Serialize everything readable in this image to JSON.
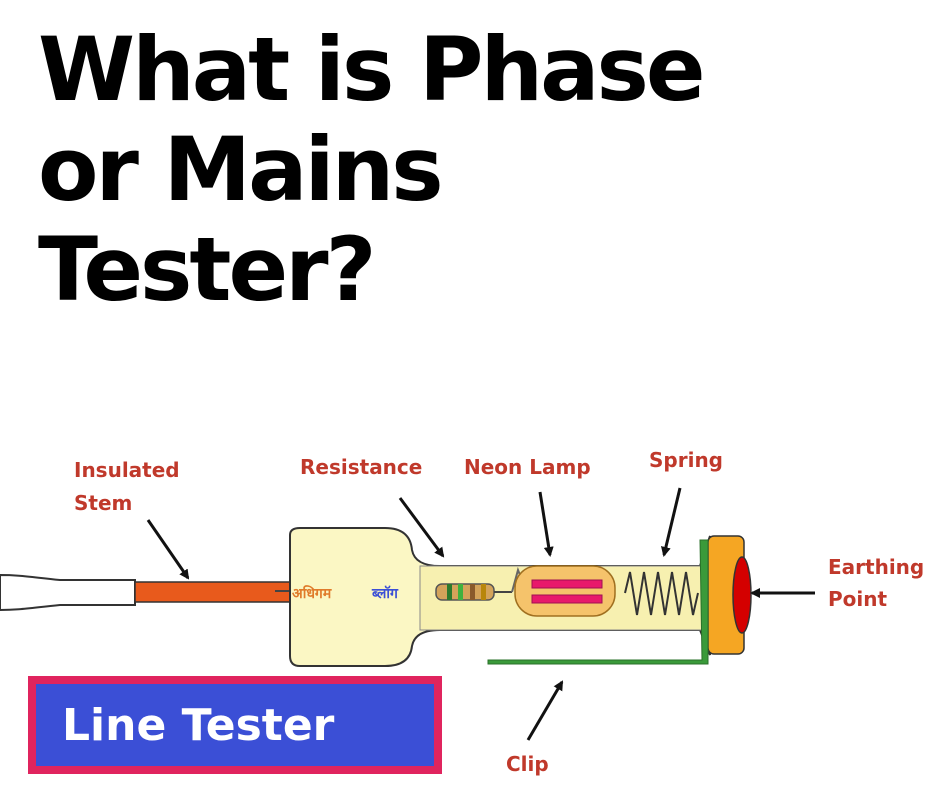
{
  "title": {
    "line1": "What is Phase",
    "line2": "or Mains",
    "line3": "Tester?"
  },
  "labels": {
    "insulated_1": "Insulated",
    "insulated_2": "Stem",
    "resistance": "Resistance",
    "neon_lamp": "Neon Lamp",
    "spring": "Spring",
    "earthing_1": "Earthing",
    "earthing_2": "Point",
    "clip": "Clip"
  },
  "watermark": {
    "part1": "अधिगम",
    "part2": "ब्लॉग"
  },
  "badge": {
    "text": "Line Tester"
  },
  "colors": {
    "label": "#c0392b",
    "body": "#fbf7c4",
    "stem": "#e85a1c",
    "badge_fill": "#3b4fd6",
    "badge_border": "#e0245e",
    "clip": "#3a9a3a",
    "cap": "#f5a623",
    "earth": "#d40000",
    "lamp": "#e8196b"
  }
}
